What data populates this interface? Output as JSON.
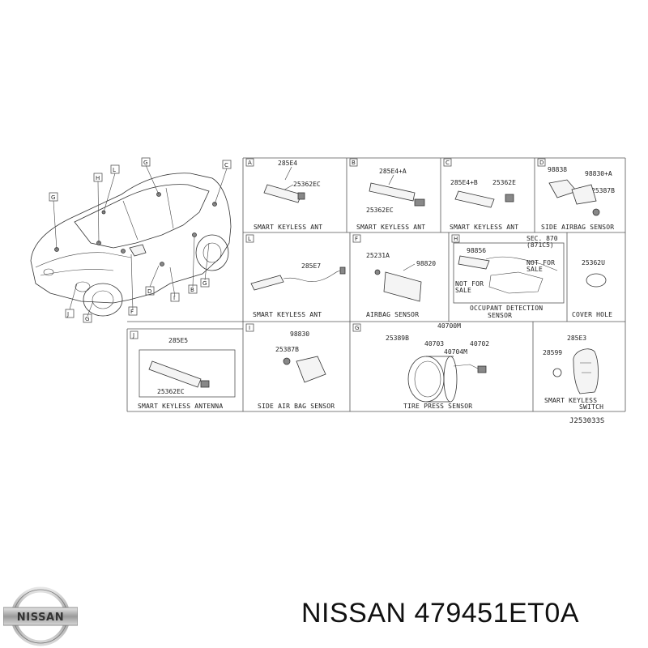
{
  "ref_code": "J253033S",
  "footer": {
    "title": "NISSAN 479451ET0A",
    "logo_text": "NISSAN"
  },
  "overview": {
    "callouts": [
      "H",
      "L",
      "G",
      "C",
      "G",
      "J",
      "G",
      "D",
      "I",
      "F",
      "B",
      "G"
    ]
  },
  "cells": {
    "A": {
      "letter": "A",
      "label": "SMART KEYLESS ANT",
      "parts": [
        "285E4",
        "25362EC"
      ]
    },
    "B": {
      "letter": "B",
      "label": "SMART KEYLESS ANT",
      "parts": [
        "285E4+A",
        "25362EC"
      ]
    },
    "C": {
      "letter": "C",
      "label": "SMART KEYLESS ANT",
      "parts": [
        "285E4+B",
        "25362E"
      ]
    },
    "D": {
      "letter": "D",
      "label": "SIDE AIRBAG SENSOR",
      "parts": [
        "98838",
        "98830+A",
        "25387B"
      ]
    },
    "L": {
      "letter": "L",
      "label": "SMART KEYLESS ANT",
      "parts": [
        "285E7"
      ]
    },
    "F": {
      "letter": "F",
      "label": "AIRBAG SENSOR",
      "parts": [
        "25231A",
        "98820"
      ]
    },
    "H": {
      "letter": "H",
      "label_line1": "OCCUPANT DETECTION",
      "label_line2": "SENSOR",
      "parts": [
        "98856",
        "SEC. 870",
        "(871C5)"
      ],
      "notes": [
        "NOT FOR",
        "SALE",
        "NOT FOR",
        "SALE"
      ]
    },
    "cover": {
      "label": "COVER HOLE",
      "parts": [
        "25362U"
      ]
    },
    "J": {
      "letter": "J",
      "label": "SMART KEYLESS ANTENNA",
      "parts": [
        "285E5",
        "25362EC"
      ]
    },
    "I": {
      "letter": "I",
      "label": "SIDE AIR BAG SENSOR",
      "parts": [
        "98830",
        "25387B"
      ]
    },
    "G": {
      "letter": "G",
      "label": "TIRE PRESS SENSOR",
      "parts": [
        "40700M",
        "25389B",
        "40703",
        "40702",
        "40704M"
      ]
    },
    "switch": {
      "label_line1": "SMART KEYLESS",
      "label_line2": "SWITCH",
      "parts": [
        "285E3",
        "28599"
      ]
    }
  }
}
